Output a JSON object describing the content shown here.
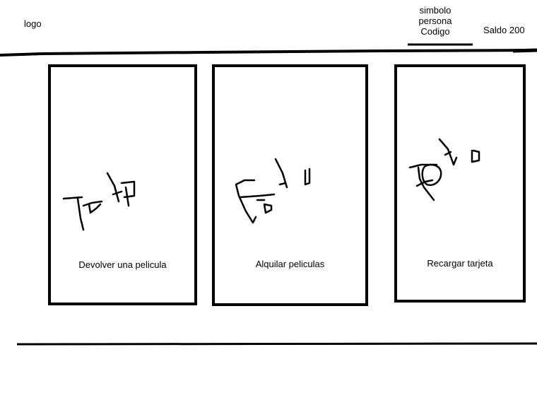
{
  "header": {
    "logo_text": "logo",
    "user": {
      "symbol_line1": "simbolo",
      "symbol_line2": "persona",
      "code_label": "Codigo"
    },
    "balance_text": "Saldo 200"
  },
  "cards": [
    {
      "id": "devolver",
      "label": "Devolver una pelicula",
      "icon": "return-movie-sketch-icon"
    },
    {
      "id": "alquilar",
      "label": "Alquilar peliculas",
      "icon": "rent-movie-sketch-icon"
    },
    {
      "id": "recargar",
      "label": "Recargar tarjeta",
      "icon": "recharge-card-sketch-icon"
    }
  ],
  "colors": {
    "ink": "#000000",
    "background": "#ffffff"
  }
}
